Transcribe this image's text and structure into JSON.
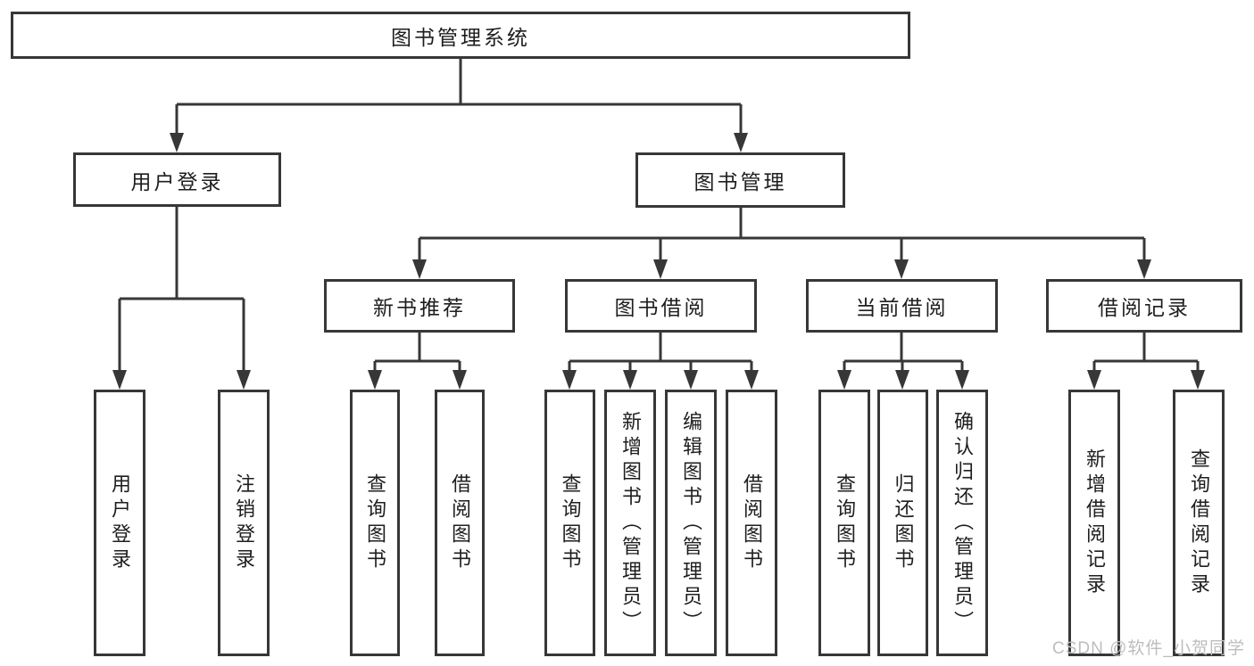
{
  "diagram": {
    "title": "图书管理系统",
    "colors": {
      "line": "#373737",
      "text": "#1e1e1e",
      "watermark": "#bdbdbd",
      "background": "#ffffff"
    },
    "branches": [
      {
        "label": "用户登录",
        "children": [
          "用户登录",
          "注销登录"
        ]
      },
      {
        "label": "图书管理",
        "sections": [
          {
            "label": "新书推荐",
            "children": [
              "查询图书",
              "借阅图书"
            ]
          },
          {
            "label": "图书借阅",
            "children": [
              "查询图书",
              "新增图书（管理员）",
              "编辑图书（管理员）",
              "借阅图书"
            ]
          },
          {
            "label": "当前借阅",
            "children": [
              "查询图书",
              "归还图书",
              "确认归还（管理员）"
            ]
          },
          {
            "label": "借阅记录",
            "children": [
              "新增借阅记录",
              "查询借阅记录"
            ]
          }
        ]
      }
    ],
    "watermark": "CSDN @软件_小贺同学"
  }
}
